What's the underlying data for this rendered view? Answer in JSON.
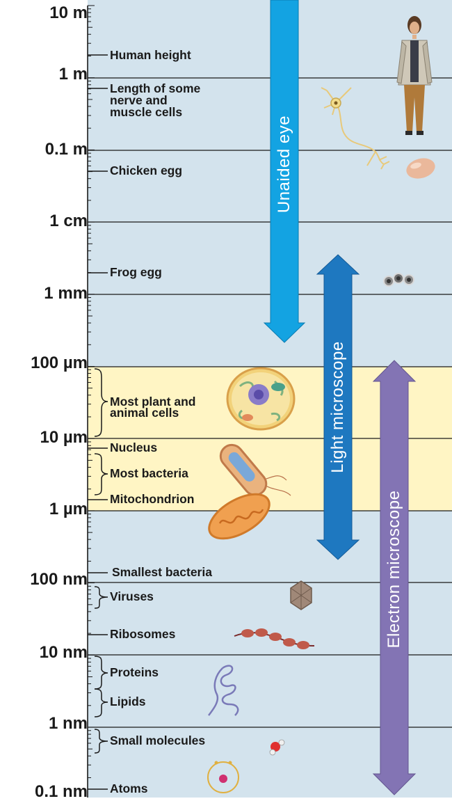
{
  "scale_labels": [
    "10 m",
    "1 m",
    "0.1 m",
    "1 cm",
    "1 mm",
    "100 µm",
    "10 µm",
    "1 µm",
    "100 nm",
    "10 nm",
    "1 nm",
    "0.1 nm"
  ],
  "items": {
    "human_height": "Human height",
    "nerve_muscle": "Length of some\nnerve and\nmuscle cells",
    "chicken_egg": "Chicken egg",
    "frog_egg": "Frog egg",
    "plant_animal_cells": "Most plant and\nanimal cells",
    "nucleus": "Nucleus",
    "most_bacteria": "Most bacteria",
    "mitochondrion": "Mitochondrion",
    "smallest_bacteria": "Smallest bacteria",
    "viruses": "Viruses",
    "ribosomes": "Ribosomes",
    "proteins": "Proteins",
    "lipids": "Lipids",
    "small_molecules": "Small molecules",
    "atoms": "Atoms"
  },
  "arrows": {
    "unaided_eye": "Unaided eye",
    "light_microscope": "Light microscope",
    "electron_microscope": "Electron microscope"
  },
  "colors": {
    "background": "#d3e3ed",
    "highlight_band": "#fff5c4",
    "unaided_eye_arrow": "#13a3e2",
    "light_microscope_arrow": "#1e78c0",
    "electron_microscope_arrow": "#8374b4",
    "line": "#1a1a1a"
  }
}
